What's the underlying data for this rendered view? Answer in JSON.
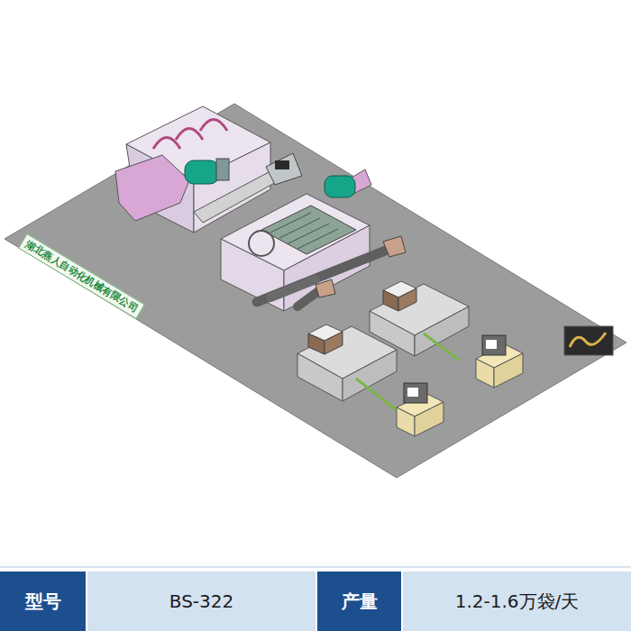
{
  "diagram": {
    "nodes": [
      {
        "text": [
          "型号"
        ]
      },
      {
        "text": [
          "BS-322"
        ]
      },
      {
        "text": [
          "产量"
        ]
      },
      {
        "text": [
          "1.2-1.6万袋/天"
        ]
      }
    ],
    "labels": [
      "湖北燕人自动化机械有限公司"
    ]
  }
}
